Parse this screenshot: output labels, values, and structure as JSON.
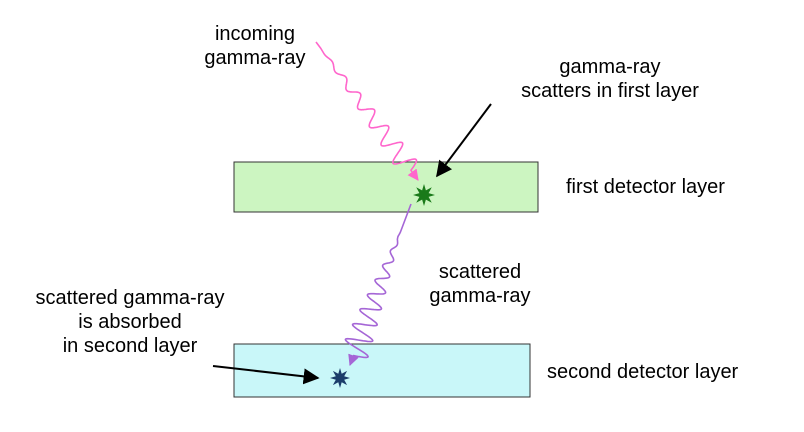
{
  "labels": {
    "incoming_line1": "incoming",
    "incoming_line2": "gamma-ray",
    "scatters_line1": "gamma-ray",
    "scatters_line2": "scatters in first layer",
    "first_layer": "first detector layer",
    "scattered_line1": "scattered",
    "scattered_line2": "gamma-ray",
    "absorbed_line1": "scattered gamma-ray",
    "absorbed_line2": "is absorbed",
    "absorbed_line3": "in second layer",
    "second_layer": "second detector layer"
  },
  "colors": {
    "first_layer_fill": "#ccf5c1",
    "second_layer_fill": "#c9f7f9",
    "incoming_wave": "#ff66cc",
    "scattered_wave": "#a566d6",
    "scatter_star": "#1a7a1a",
    "absorb_star": "#1c3d6b",
    "pointer_arrow": "#000000"
  }
}
